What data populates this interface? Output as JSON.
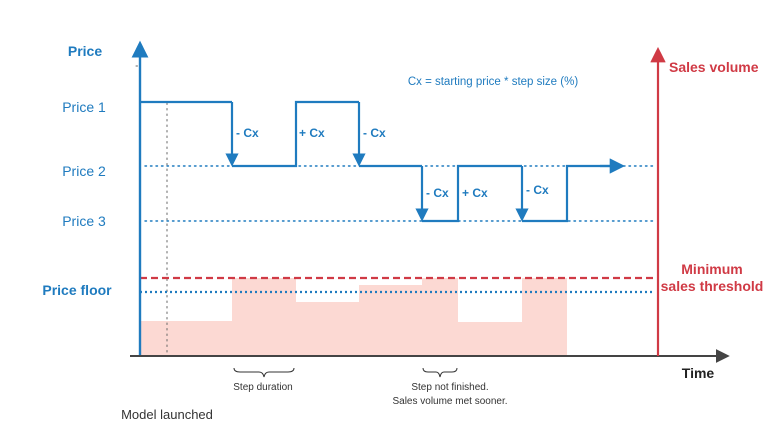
{
  "axes": {
    "y_title": "Price",
    "x_title": "Time",
    "sales_axis_title": "Sales volume"
  },
  "price_labels": {
    "price1": "Price 1",
    "price2": "Price 2",
    "price3": "Price 3",
    "price_floor": "Price floor"
  },
  "formula": "Cx = starting price * step size (%)",
  "step_labels": {
    "s1": "- Cx",
    "s2": "+ Cx",
    "s3": "- Cx",
    "s4": "- Cx",
    "s5": "+ Cx",
    "s6": "- Cx"
  },
  "threshold": {
    "line1": "Minimum",
    "line2": "sales threshold"
  },
  "annotations": {
    "step_duration": "Step duration",
    "step_not_finished_1": "Step not finished.",
    "step_not_finished_2": "Sales volume met sooner.",
    "model_launched": "Model launched"
  },
  "colors": {
    "blue": "#1f7bbf",
    "red": "#d03a45",
    "bar_fill": "#fcd9d3",
    "axis": "#444444"
  }
}
